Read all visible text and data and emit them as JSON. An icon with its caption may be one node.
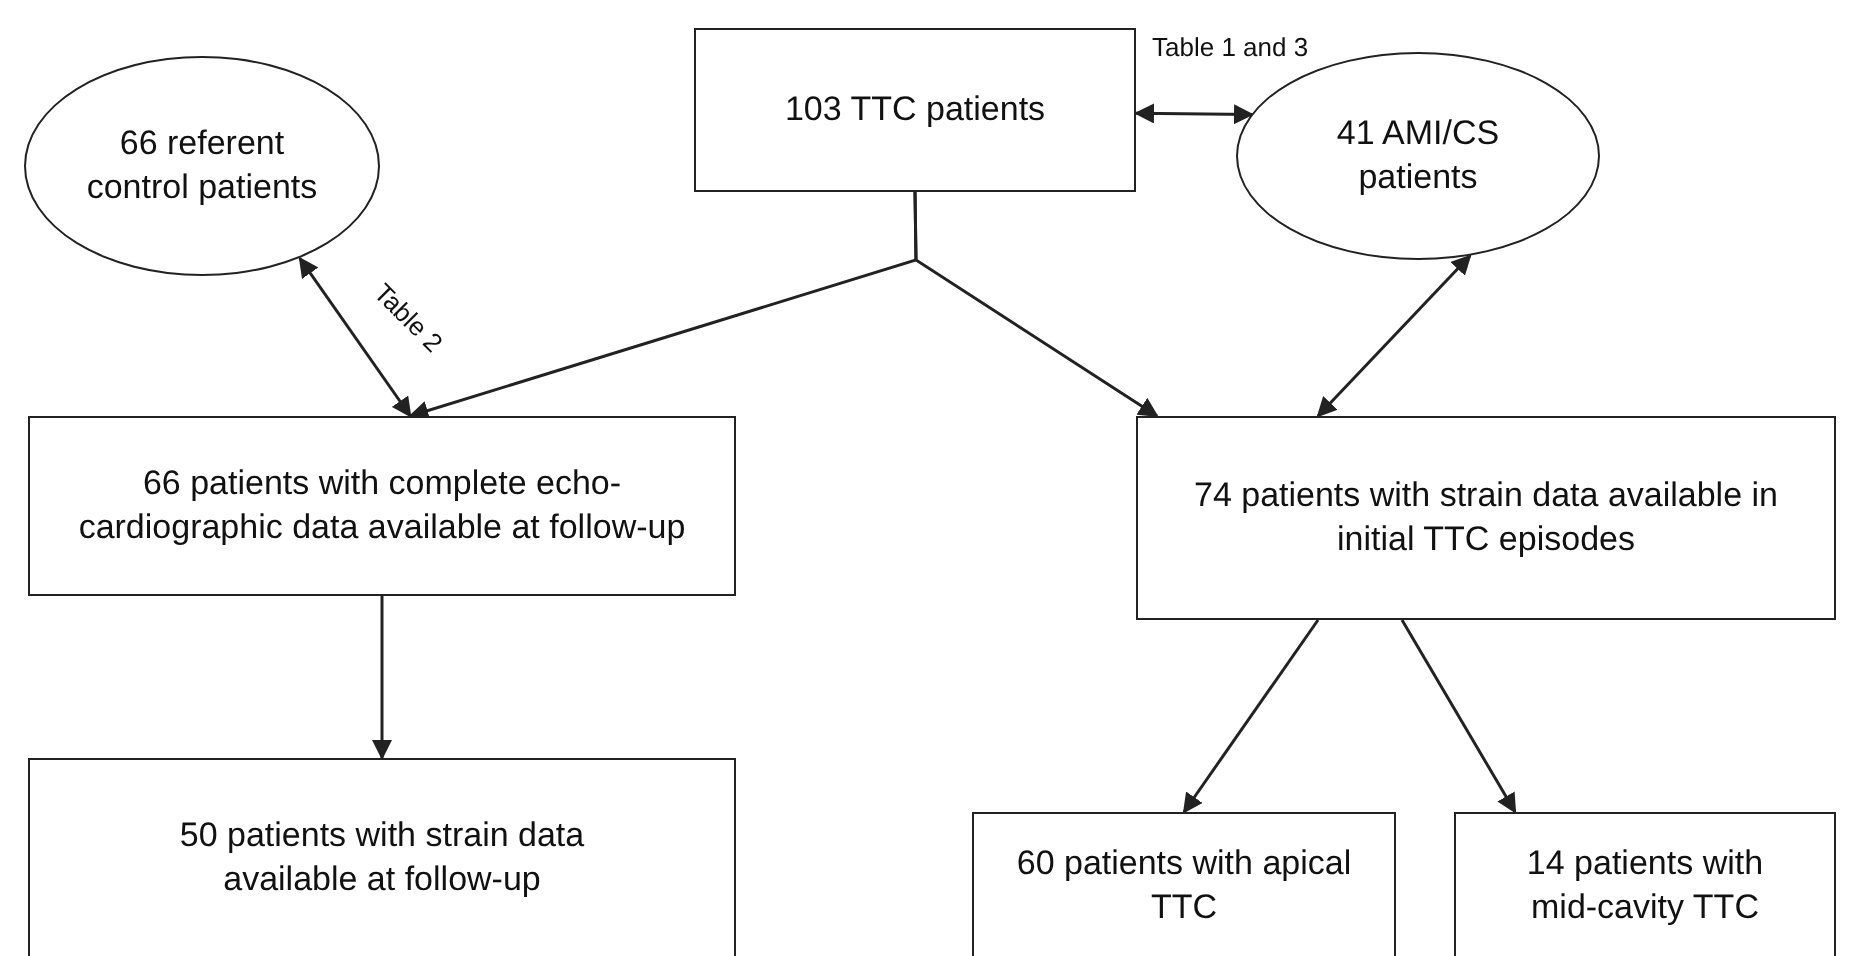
{
  "diagram": {
    "nodes": [
      {
        "text": [
          "66 referent control patients"
        ]
      },
      {
        "text": [
          "103 TTC patients"
        ]
      },
      {
        "text": [
          "41 AMI/CS patients"
        ]
      },
      {
        "text": [
          "66 patients with complete echo-cardiographic data available at follow-up"
        ]
      },
      {
        "text": [
          "74 patients with strain data available in initial TTC episodes"
        ]
      },
      {
        "text": [
          "50 patients with strain data available at follow-up"
        ]
      },
      {
        "text": [
          "60 patients with apical TTC"
        ]
      },
      {
        "text": [
          "14 patients with mid-cavity TTC"
        ]
      }
    ],
    "edges": [
      {
        "from": 1,
        "to": 2,
        "arrow": "both",
        "label": "Table 1 and 3"
      },
      {
        "from": 0,
        "to": 3,
        "arrow": "both",
        "label": "Table 2"
      },
      {
        "from": 1,
        "to": 3,
        "arrow": "to"
      },
      {
        "from": 1,
        "to": 4,
        "arrow": "to"
      },
      {
        "from": 4,
        "to": 2,
        "arrow": "both"
      },
      {
        "from": 3,
        "to": 5,
        "arrow": "to"
      },
      {
        "from": 4,
        "to": 6,
        "arrow": "to"
      },
      {
        "from": 4,
        "to": 7,
        "arrow": "to"
      }
    ]
  }
}
